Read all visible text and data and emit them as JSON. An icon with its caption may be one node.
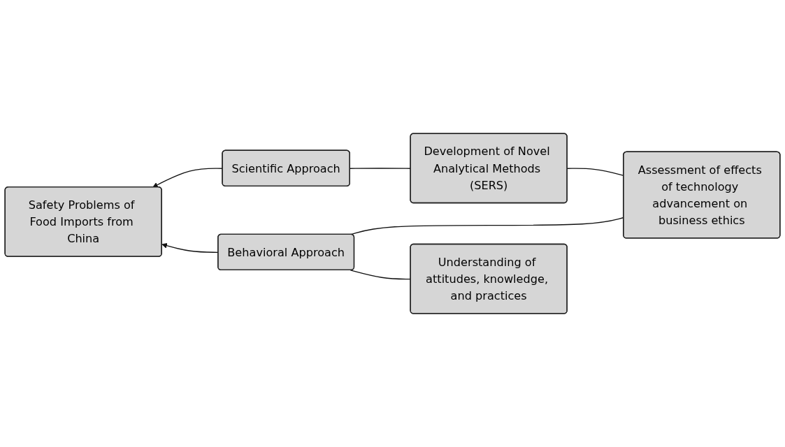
{
  "diagram": {
    "nodes": [
      {
        "text": [
          "Safety Problems of Food Imports from China"
        ]
      },
      {
        "text": [
          "Scientific Approach"
        ]
      },
      {
        "text": [
          "Behavioral Approach"
        ]
      },
      {
        "text": [
          "Development of Novel Analytical Methods (SERS)"
        ]
      },
      {
        "text": [
          "Assessment of effects of technology advancement on business ethics"
        ]
      },
      {
        "text": [
          "Understanding of attitudes, knowledge, and practices"
        ]
      }
    ],
    "edges": [
      {
        "from": 1,
        "to": 0,
        "arrow": "to"
      },
      {
        "from": 2,
        "to": 0,
        "arrow": "to"
      },
      {
        "from": 3,
        "to": 1,
        "arrow": "none"
      },
      {
        "from": 4,
        "to": 2,
        "arrow": "none"
      },
      {
        "from": 5,
        "to": 2,
        "arrow": "none"
      },
      {
        "from": 4,
        "to": 3,
        "arrow": "none"
      }
    ]
  }
}
